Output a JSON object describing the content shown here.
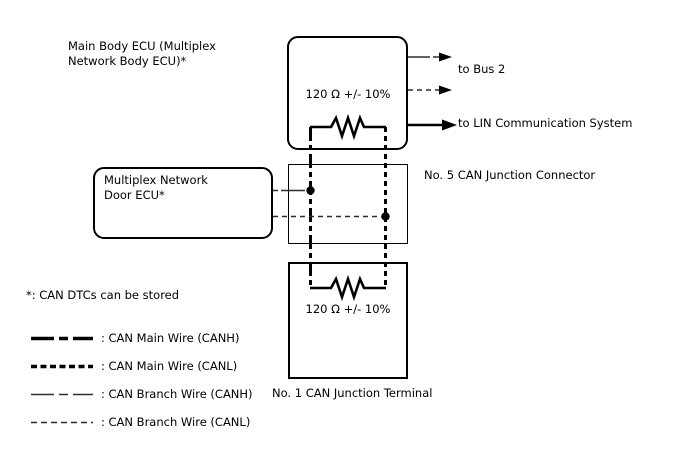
{
  "diagram": {
    "title_note": "*: CAN DTCs can be stored",
    "nodes": {
      "main_body_ecu": "Main Body ECU (Multiplex\nNetwork Body ECU)*",
      "door_ecu": "Multiplex Network\nDoor ECU*",
      "junction_connector": "No. 5 CAN Junction Connector",
      "junction_terminal": "No. 1 CAN Junction Terminal"
    },
    "resistors": {
      "top": "120 Ω +/- 10%",
      "bottom": "120 Ω +/- 10%"
    },
    "external_links": {
      "bus2": "to Bus 2",
      "lin": "to LIN Communication System"
    },
    "legend": [
      {
        "label": ": CAN Main Wire (CANH)",
        "style": "thick long-short dash"
      },
      {
        "label": ": CAN Main Wire (CANL)",
        "style": "thick short dash"
      },
      {
        "label": ": CAN Branch Wire (CANH)",
        "style": "thin long-short dash"
      },
      {
        "label": ": CAN Branch Wire (CANL)",
        "style": "thin short dash"
      }
    ],
    "colors": {
      "wire": "#000000",
      "branch_wire": "#2e2e2e",
      "background": "#ffffff"
    }
  }
}
